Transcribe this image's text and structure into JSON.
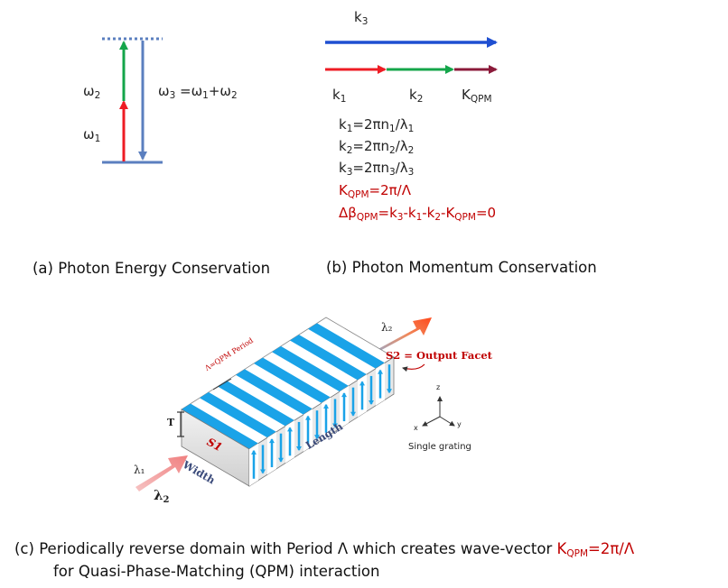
{
  "panel_a": {
    "omega1": "ω",
    "omega1_sub": "1",
    "omega2": "ω",
    "omega2_sub": "2",
    "omega3_eq_lhs": "ω",
    "omega3_eq_lhs_sub": "3",
    "omega3_eq_mid": " =ω",
    "omega3_eq_mid_sub": "1",
    "omega3_eq_plus": "+ω",
    "omega3_eq_plus_sub": "2",
    "caption": "(a) Photon Energy Conservation",
    "colors": {
      "level": "#5b7fbf",
      "omega1": "#ee1c24",
      "omega2": "#14a54a",
      "omega3": "#5b7fbf"
    }
  },
  "panel_b": {
    "k3": "k",
    "k3_sub": "3",
    "k1": "k",
    "k1_sub": "1",
    "k2": "k",
    "k2_sub": "2",
    "kqpm": "K",
    "kqpm_sub": "QPM",
    "eq1": {
      "a": "k",
      "a_sub": "1",
      "b": "=2πn",
      "b_sub": "1",
      "c": "/λ",
      "c_sub": "1"
    },
    "eq2": {
      "a": "k",
      "a_sub": "2",
      "b": "=2πn",
      "b_sub": "2",
      "c": "/λ",
      "c_sub": "2"
    },
    "eq3": {
      "a": "k",
      "a_sub": "3",
      "b": "=2πn",
      "b_sub": "3",
      "c": "/λ",
      "c_sub": "3"
    },
    "eq4": {
      "a": "K",
      "a_sub": "QPM",
      "b": "=2π/Λ"
    },
    "eq5": {
      "a": "Δβ",
      "a_sub": "QPM",
      "b": "=k",
      "b_sub": "3",
      "c": "-k",
      "c_sub": "1",
      "d": "-k",
      "d_sub": "2",
      "e": "-K",
      "e_sub": "QPM",
      "f": "=0"
    },
    "caption": "(b) Photon Momentum Conservation",
    "colors": {
      "k3": "#1f4fd1",
      "k1": "#ee1c24",
      "k2": "#14a54a",
      "kqpm": "#8b1a3a"
    }
  },
  "panel_c": {
    "lambda_out": "λ₂",
    "s2_label": "S2 = Output Facet",
    "period_label": "Λ=QPM Period",
    "t_label": "T",
    "s1_label": "S1",
    "width_label": "Width",
    "length_label": "Length",
    "lambda_in1": "λ₁",
    "lambda_in2": "λ",
    "lambda_in2_sub": "2",
    "axis_z": "z",
    "axis_x": "x",
    "axis_y": "y",
    "single_grating": "Single grating",
    "caption_line1_a": "(c) Periodically reverse domain with Period Λ which creates wave-vector ",
    "caption_line1_b": "K",
    "caption_line1_b_sub": "QPM",
    "caption_line1_c": "=2π/Λ",
    "caption_line2": "for Quasi-Phase-Matching (QPM) interaction",
    "colors": {
      "stripe": "#1aa3e8",
      "accent_red": "#c00000"
    }
  }
}
